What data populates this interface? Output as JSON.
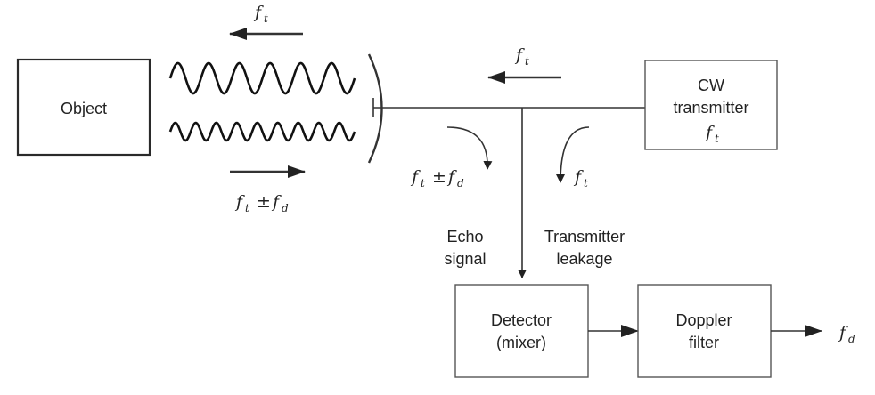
{
  "blocks": {
    "object": "Object",
    "cw_transmitter_line1": "CW",
    "cw_transmitter_line2": "transmitter",
    "detector_line1": "Detector",
    "detector_line2": "(mixer)",
    "doppler_line1": "Doppler",
    "doppler_line2": "filter"
  },
  "labels": {
    "echo_line1": "Echo",
    "echo_line2": "signal",
    "leakage_line1": "Transmitter",
    "leakage_line2": "leakage"
  },
  "math": {
    "f": "f",
    "sub_t": "t",
    "sub_d": "d",
    "plus_minus": "±"
  }
}
